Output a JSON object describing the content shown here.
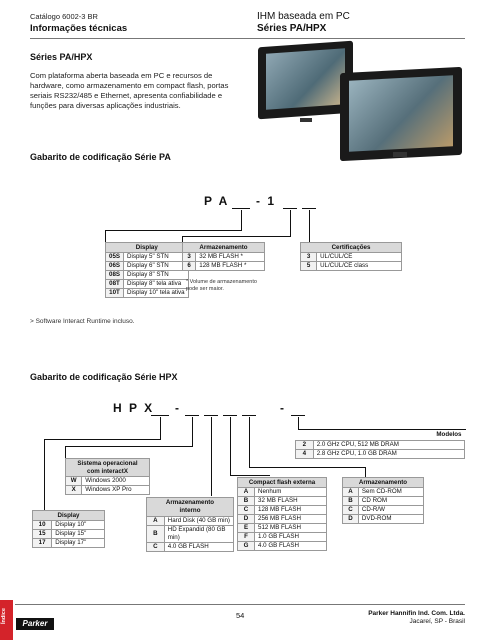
{
  "header": {
    "catalog": "Catálogo 6002-3 BR",
    "section": "Informações técnicas",
    "title": "IHM baseada em PC",
    "series": "Séries PA/HPX"
  },
  "intro": {
    "heading": "Séries PA/HPX",
    "paragraph": "Com plataforma aberta baseada em PC e recursos de hardware, como armazenamento em compact flash, portas seriais RS232/485 e Ethernet, apresenta confiabilidade e funções para diversas aplicações industriais."
  },
  "pa": {
    "heading": "Gabarito de codificação Série PA",
    "code_prefix": "P A",
    "code_suffix": "- 1",
    "display": {
      "title": "Display",
      "rows": [
        {
          "code": "05S",
          "desc": "Display 5\" STN"
        },
        {
          "code": "06S",
          "desc": "Display 6\" STN"
        },
        {
          "code": "08S",
          "desc": "Display 8\" STN"
        },
        {
          "code": "08T",
          "desc": "Display 8\" tela ativa"
        },
        {
          "code": "10T",
          "desc": "Display 10\" tela ativa"
        }
      ]
    },
    "storage": {
      "title": "Armazenamento",
      "rows": [
        {
          "code": "3",
          "desc": "32 MB FLASH   *"
        },
        {
          "code": "6",
          "desc": "128 MB FLASH  *"
        }
      ],
      "note": "* Volume de armazenamento pode ser maior."
    },
    "cert": {
      "title": "Certificações",
      "rows": [
        {
          "code": "3",
          "desc": "UL/CUL/CE"
        },
        {
          "code": "5",
          "desc": "UL/CUL/CE class"
        }
      ]
    },
    "footnote": "> Software Interact Runtime incluso."
  },
  "hpx": {
    "heading": "Gabarito de codificação Série HPX",
    "code_prefix": "H P X",
    "dash1": "-",
    "dash2": "-",
    "models": {
      "title": "Modelos",
      "rows": [
        {
          "code": "2",
          "desc": "2.0 GHz CPU, 512 MB DRAM"
        },
        {
          "code": "4",
          "desc": "2.8 GHz CPU, 1.0 GB DRAM"
        }
      ]
    },
    "os": {
      "title1": "Sistema operacional",
      "title2": "com interactX",
      "rows": [
        {
          "code": "W",
          "desc": "Windows 2000"
        },
        {
          "code": "X",
          "desc": "Windows XP Pro"
        }
      ]
    },
    "display": {
      "title": "Display",
      "rows": [
        {
          "code": "10",
          "desc": "Display 10\""
        },
        {
          "code": "15",
          "desc": "Display 15\""
        },
        {
          "code": "17",
          "desc": "Display 17\""
        }
      ]
    },
    "internal": {
      "title1": "Armazenamento",
      "title2": "interno",
      "rows": [
        {
          "code": "A",
          "desc": "Hard Disk (40 GB min)"
        },
        {
          "code": "B",
          "desc": "HD Expandid (80 GB min)"
        },
        {
          "code": "C",
          "desc": "4.0 GB FLASH"
        }
      ]
    },
    "cf": {
      "title": "Compact flash externa",
      "rows": [
        {
          "code": "A",
          "desc": "Nenhum"
        },
        {
          "code": "B",
          "desc": "32 MB FLASH"
        },
        {
          "code": "C",
          "desc": "128 MB FLASH"
        },
        {
          "code": "D",
          "desc": "256 MB FLASH"
        },
        {
          "code": "E",
          "desc": "512 MB FLASH"
        },
        {
          "code": "F",
          "desc": "1.0 GB FLASH"
        },
        {
          "code": "G",
          "desc": "4.0 GB FLASH"
        }
      ]
    },
    "storage": {
      "title": "Armazenamento",
      "rows": [
        {
          "code": "A",
          "desc": "Sem CD-ROM"
        },
        {
          "code": "B",
          "desc": "CD ROM"
        },
        {
          "code": "C",
          "desc": "CD-R/W"
        },
        {
          "code": "D",
          "desc": "DVD-ROM"
        }
      ]
    }
  },
  "footer": {
    "page": "54",
    "company": "Parker Hannifin Ind. Com. Ltda.",
    "location": "Jacareí, SP - Brasil",
    "sidebar": "Índice",
    "logo": "Parker"
  }
}
